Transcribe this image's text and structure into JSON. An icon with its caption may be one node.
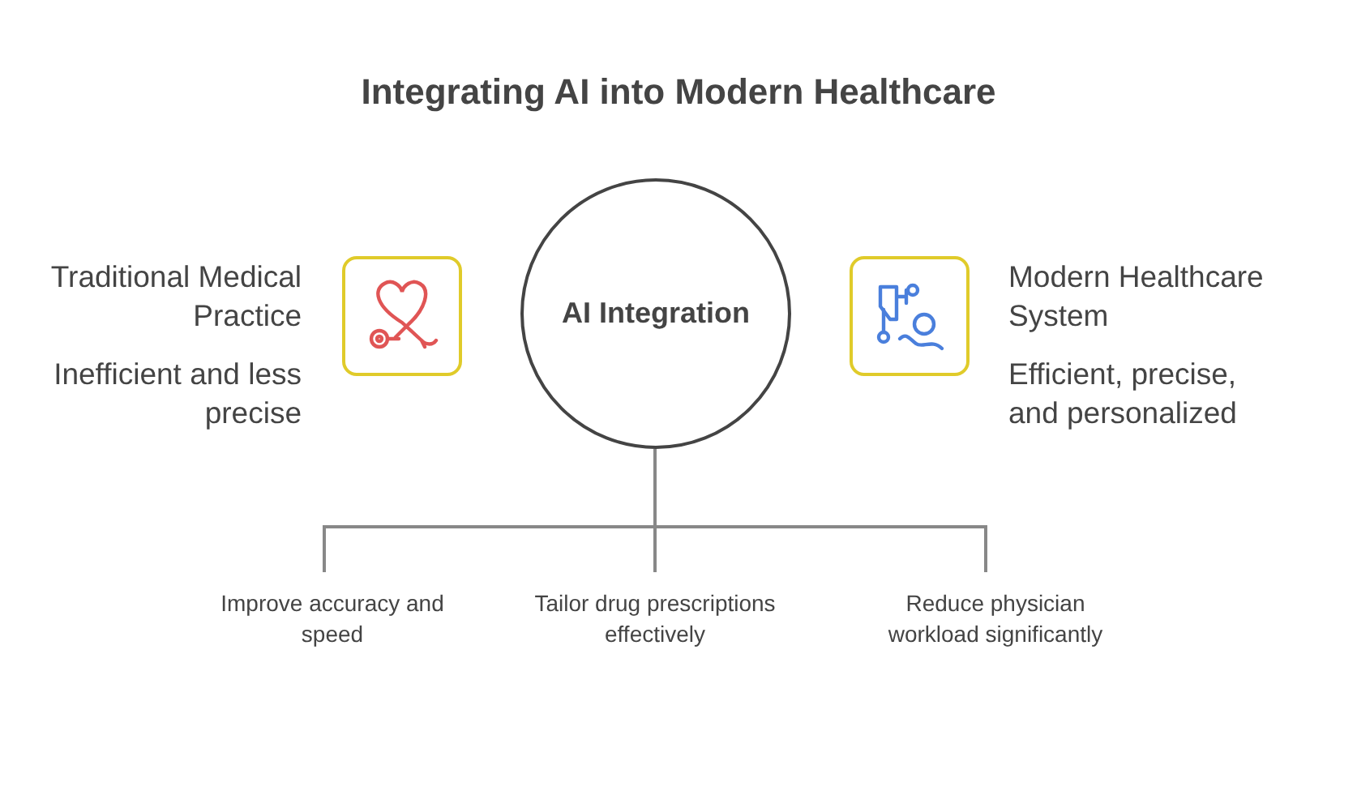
{
  "diagram": {
    "title": "Integrating AI into Modern Healthcare",
    "nodes": [
      {
        "text": [
          "Traditional Medical Practice",
          "Inefficient and less precise"
        ]
      },
      {
        "text": [
          "AI Integration"
        ]
      },
      {
        "text": [
          "Modern Healthcare System",
          "Efficient, precise, and personalized"
        ]
      },
      {
        "text": [
          "Improve accuracy and speed"
        ]
      },
      {
        "text": [
          "Tailor drug prescriptions effectively"
        ]
      },
      {
        "text": [
          "Reduce physician workload significantly"
        ]
      }
    ],
    "edges": [
      {
        "from": 1,
        "to": 3,
        "arrow": "none"
      },
      {
        "from": 1,
        "to": 4,
        "arrow": "none"
      },
      {
        "from": 1,
        "to": 5,
        "arrow": "none"
      }
    ]
  }
}
